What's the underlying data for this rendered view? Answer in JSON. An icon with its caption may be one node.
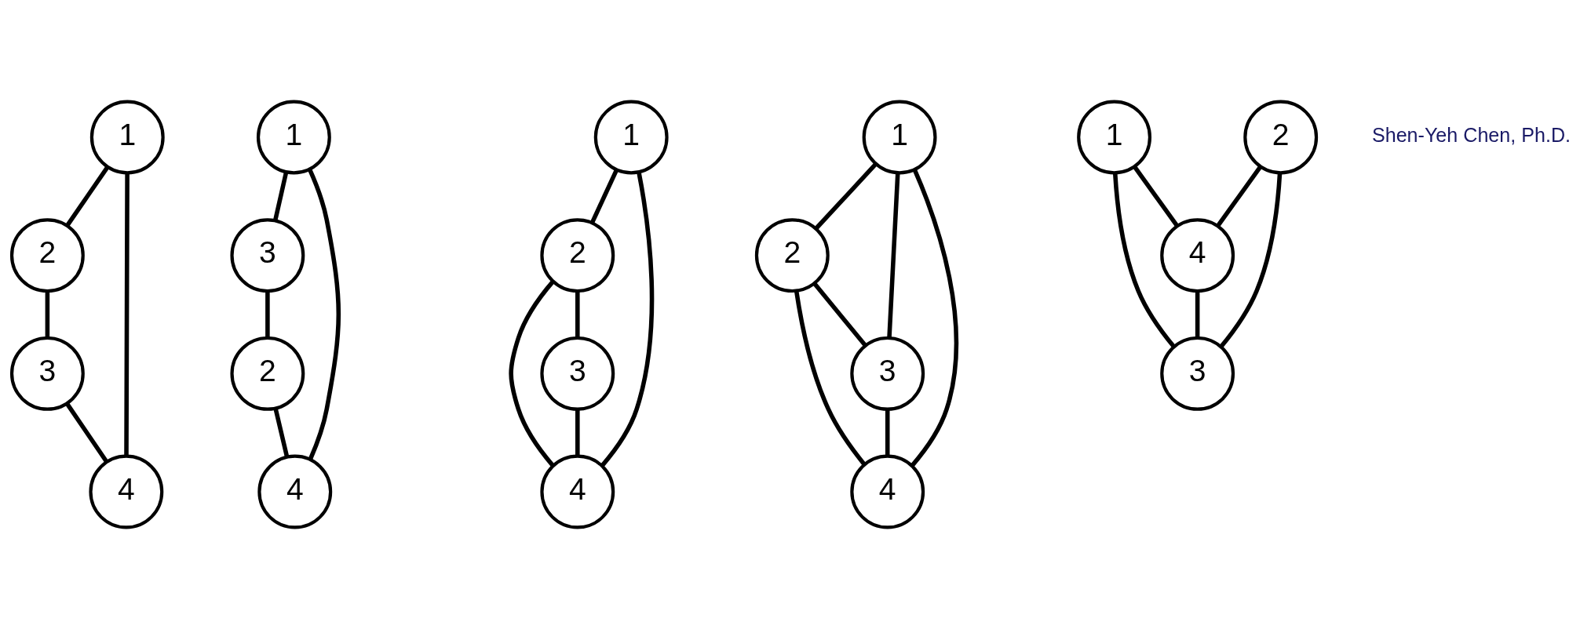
{
  "diagram": {
    "nodes": [
      {
        "text": [
          "1"
        ]
      },
      {
        "text": [
          "2"
        ]
      },
      {
        "text": [
          "4"
        ]
      },
      {
        "text": [
          "3"
        ]
      },
      {
        "text": [
          "1"
        ]
      },
      {
        "text": [
          "3"
        ]
      },
      {
        "text": [
          "4"
        ]
      },
      {
        "text": [
          "2"
        ]
      },
      {
        "text": [
          "1"
        ]
      },
      {
        "text": [
          "2"
        ]
      },
      {
        "text": [
          "4"
        ]
      },
      {
        "text": [
          "3"
        ]
      },
      {
        "text": [
          "1"
        ]
      },
      {
        "text": [
          "2"
        ]
      },
      {
        "text": [
          "4"
        ]
      },
      {
        "text": [
          "3"
        ]
      },
      {
        "text": [
          "1"
        ]
      },
      {
        "text": [
          "2"
        ]
      },
      {
        "text": [
          "4"
        ]
      },
      {
        "text": [
          "3"
        ]
      }
    ],
    "edges": [
      {
        "from": 0,
        "to": 1,
        "arrow": "none"
      },
      {
        "from": 1,
        "to": 3,
        "arrow": "none"
      },
      {
        "from": 3,
        "to": 2,
        "arrow": "none"
      },
      {
        "from": 2,
        "to": 0,
        "arrow": "none"
      },
      {
        "from": 4,
        "to": 5,
        "arrow": "none"
      },
      {
        "from": 5,
        "to": 7,
        "arrow": "none"
      },
      {
        "from": 7,
        "to": 6,
        "arrow": "none"
      },
      {
        "from": 6,
        "to": 4,
        "arrow": "none"
      },
      {
        "from": 8,
        "to": 9,
        "arrow": "none"
      },
      {
        "from": 9,
        "to": 11,
        "arrow": "none"
      },
      {
        "from": 11,
        "to": 10,
        "arrow": "none"
      },
      {
        "from": 10,
        "to": 8,
        "arrow": "none"
      },
      {
        "from": 9,
        "to": 10,
        "arrow": "none"
      },
      {
        "from": 12,
        "to": 13,
        "arrow": "none"
      },
      {
        "from": 13,
        "to": 15,
        "arrow": "none"
      },
      {
        "from": 15,
        "to": 14,
        "arrow": "none"
      },
      {
        "from": 14,
        "to": 12,
        "arrow": "none"
      },
      {
        "from": 13,
        "to": 14,
        "arrow": "none"
      },
      {
        "from": 12,
        "to": 15,
        "arrow": "none"
      },
      {
        "from": 16,
        "to": 18,
        "arrow": "none"
      },
      {
        "from": 16,
        "to": 19,
        "arrow": "none"
      },
      {
        "from": 17,
        "to": 18,
        "arrow": "none"
      },
      {
        "from": 17,
        "to": 19,
        "arrow": "none"
      },
      {
        "from": 18,
        "to": 19,
        "arrow": "none"
      }
    ],
    "labels": [
      "Shen-Yeh Chen, Ph.D."
    ]
  }
}
